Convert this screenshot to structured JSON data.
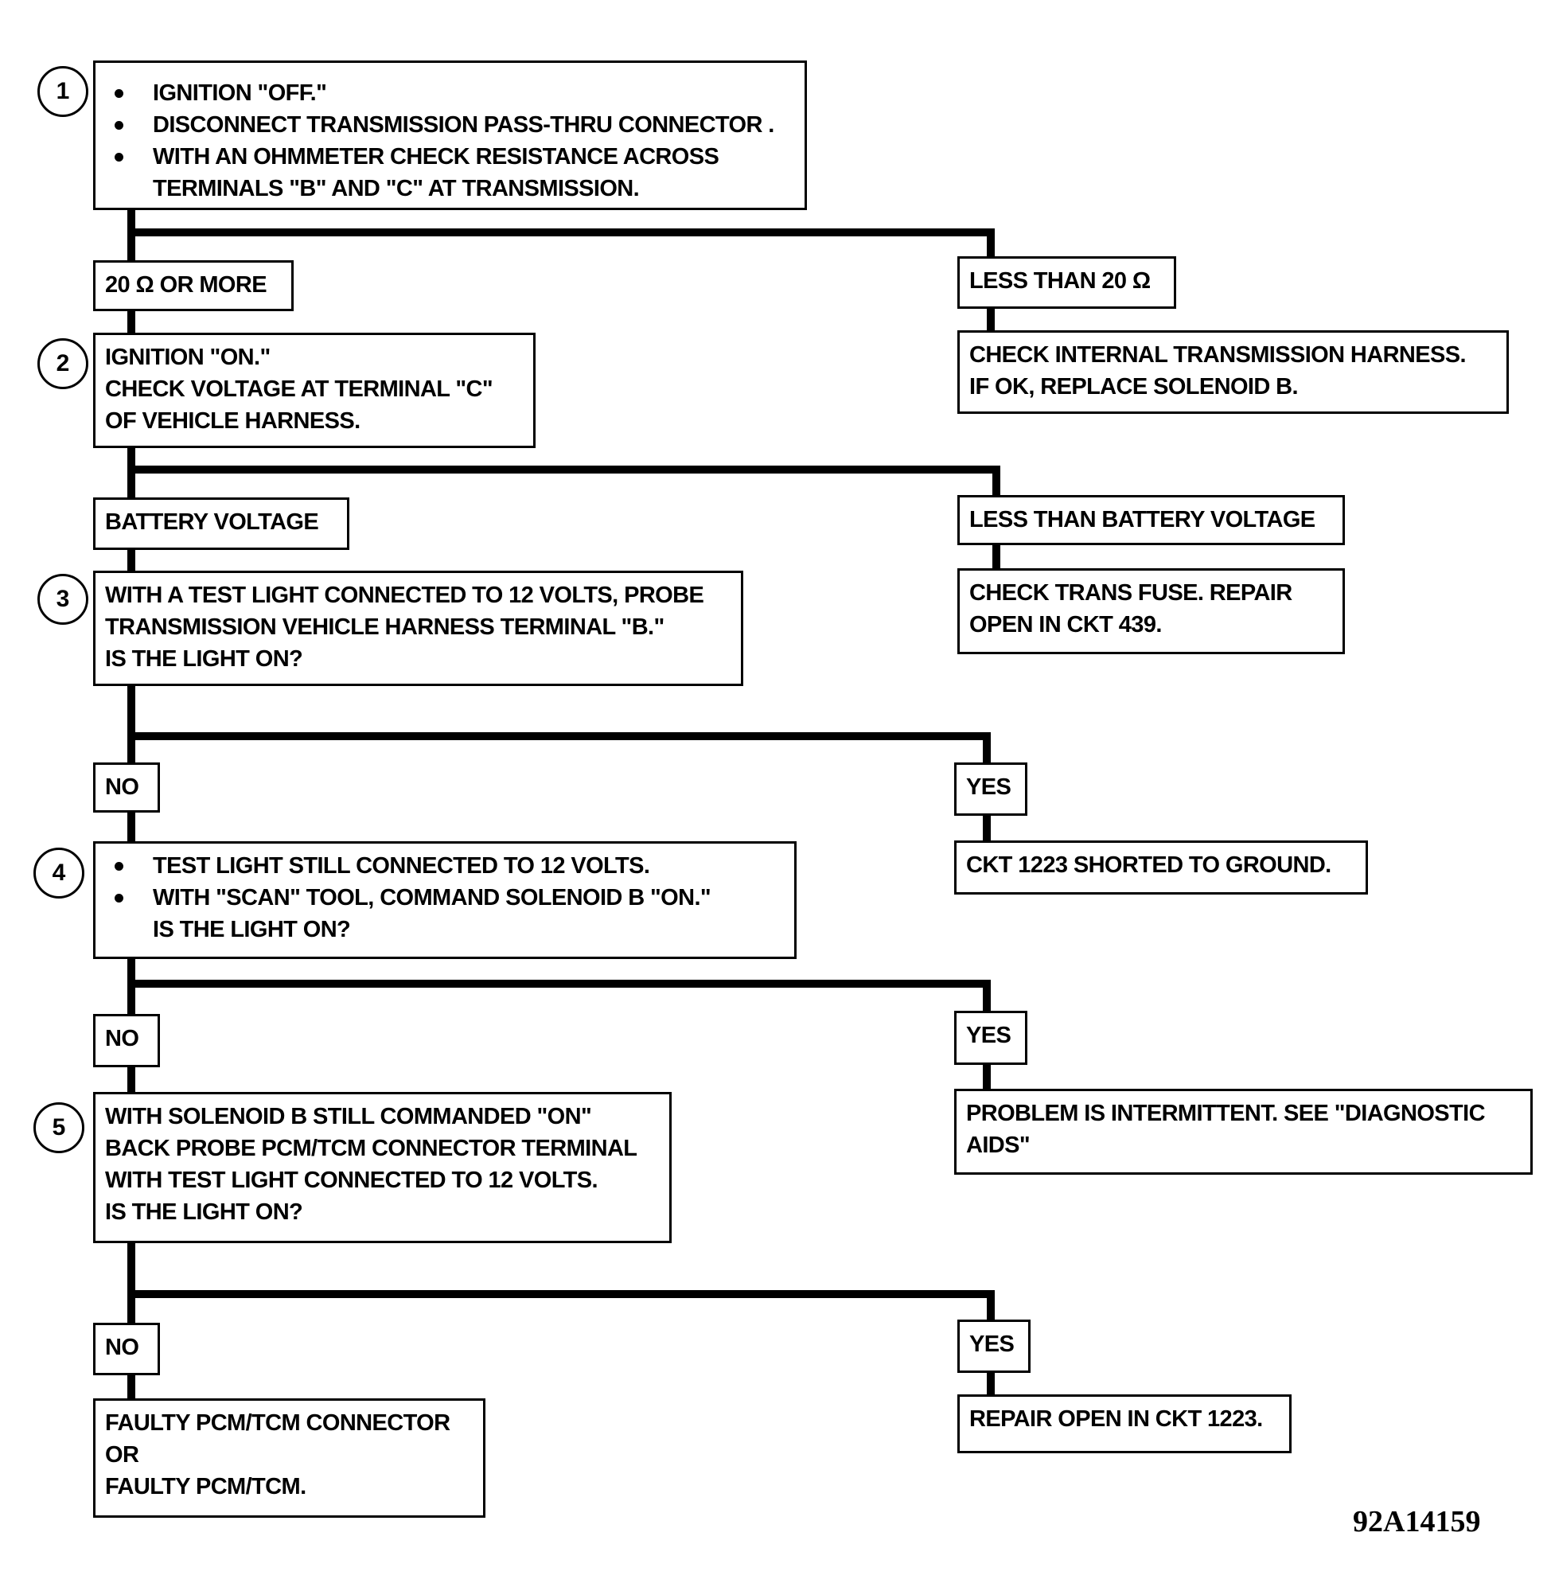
{
  "steps": {
    "s1": {
      "number": "1",
      "lines": [
        "IGNITION \"OFF.\"",
        "DISCONNECT TRANSMISSION PASS-THRU CONNECTOR .",
        "WITH AN OHMMETER CHECK RESISTANCE ACROSS",
        "TERMINALS \"B\" AND \"C\" AT TRANSMISSION."
      ]
    },
    "s2": {
      "number": "2",
      "lines": [
        "IGNITION \"ON.\"",
        "CHECK VOLTAGE AT TERMINAL \"C\"",
        "OF VEHICLE HARNESS."
      ]
    },
    "s3": {
      "number": "3",
      "lines": [
        "WITH A TEST LIGHT CONNECTED TO 12 VOLTS, PROBE",
        "TRANSMISSION VEHICLE HARNESS TERMINAL \"B.\"",
        "IS THE LIGHT ON?"
      ]
    },
    "s4": {
      "number": "4",
      "lines": [
        "TEST LIGHT STILL CONNECTED TO 12 VOLTS.",
        "WITH \"SCAN\" TOOL, COMMAND SOLENOID B \"ON.\"",
        "IS THE LIGHT ON?"
      ]
    },
    "s5": {
      "number": "5",
      "lines": [
        "WITH SOLENOID B STILL COMMANDED \"ON\"",
        "BACK PROBE PCM/TCM CONNECTOR TERMINAL",
        "WITH TEST LIGHT CONNECTED TO 12 VOLTS.",
        "IS THE LIGHT ON?"
      ]
    }
  },
  "branches": {
    "b1_left": "20 Ω OR MORE",
    "b1_right": "LESS THAN 20 Ω",
    "b2_left": "BATTERY VOLTAGE",
    "b2_right": "LESS THAN BATTERY VOLTAGE",
    "b3_left": "NO",
    "b3_right": "YES",
    "b4_left": "NO",
    "b4_right": "YES",
    "b5_left": "NO",
    "b5_right": "YES"
  },
  "results": {
    "r1": [
      "CHECK INTERNAL TRANSMISSION HARNESS.",
      "IF OK, REPLACE SOLENOID B."
    ],
    "r2": [
      "CHECK TRANS FUSE. REPAIR",
      "OPEN IN CKT 439."
    ],
    "r3": [
      "CKT 1223 SHORTED TO GROUND."
    ],
    "r4": [
      "PROBLEM IS INTERMITTENT.  SEE \"DIAGNOSTIC",
      "AIDS\""
    ],
    "r5_no": [
      "FAULTY PCM/TCM CONNECTOR",
      "OR",
      "FAULTY PCM/TCM."
    ],
    "r5_yes": [
      "REPAIR OPEN IN CKT 1223."
    ]
  },
  "figure_id": "92A14159"
}
